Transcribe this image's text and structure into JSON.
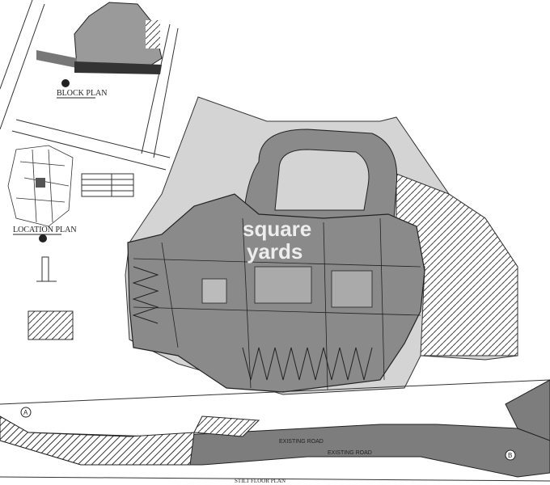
{
  "drawing": {
    "block_plan_title": "BLOCK PLAN",
    "location_plan_title": "LOCATION PLAN",
    "stilt_floor_plan_title": "STILT FLOOR PLAN",
    "existing_road_label_1": "EXISTING ROAD",
    "existing_road_label_2": "EXISTING ROAD",
    "section_marker_a": "A",
    "section_marker_b": "B",
    "watermark_line_1": "square",
    "watermark_line_2": "yards"
  },
  "colors": {
    "building": "#8a8a8a",
    "site": "#d4d4d4",
    "road": "#7d7d7d",
    "line": "#222222"
  }
}
